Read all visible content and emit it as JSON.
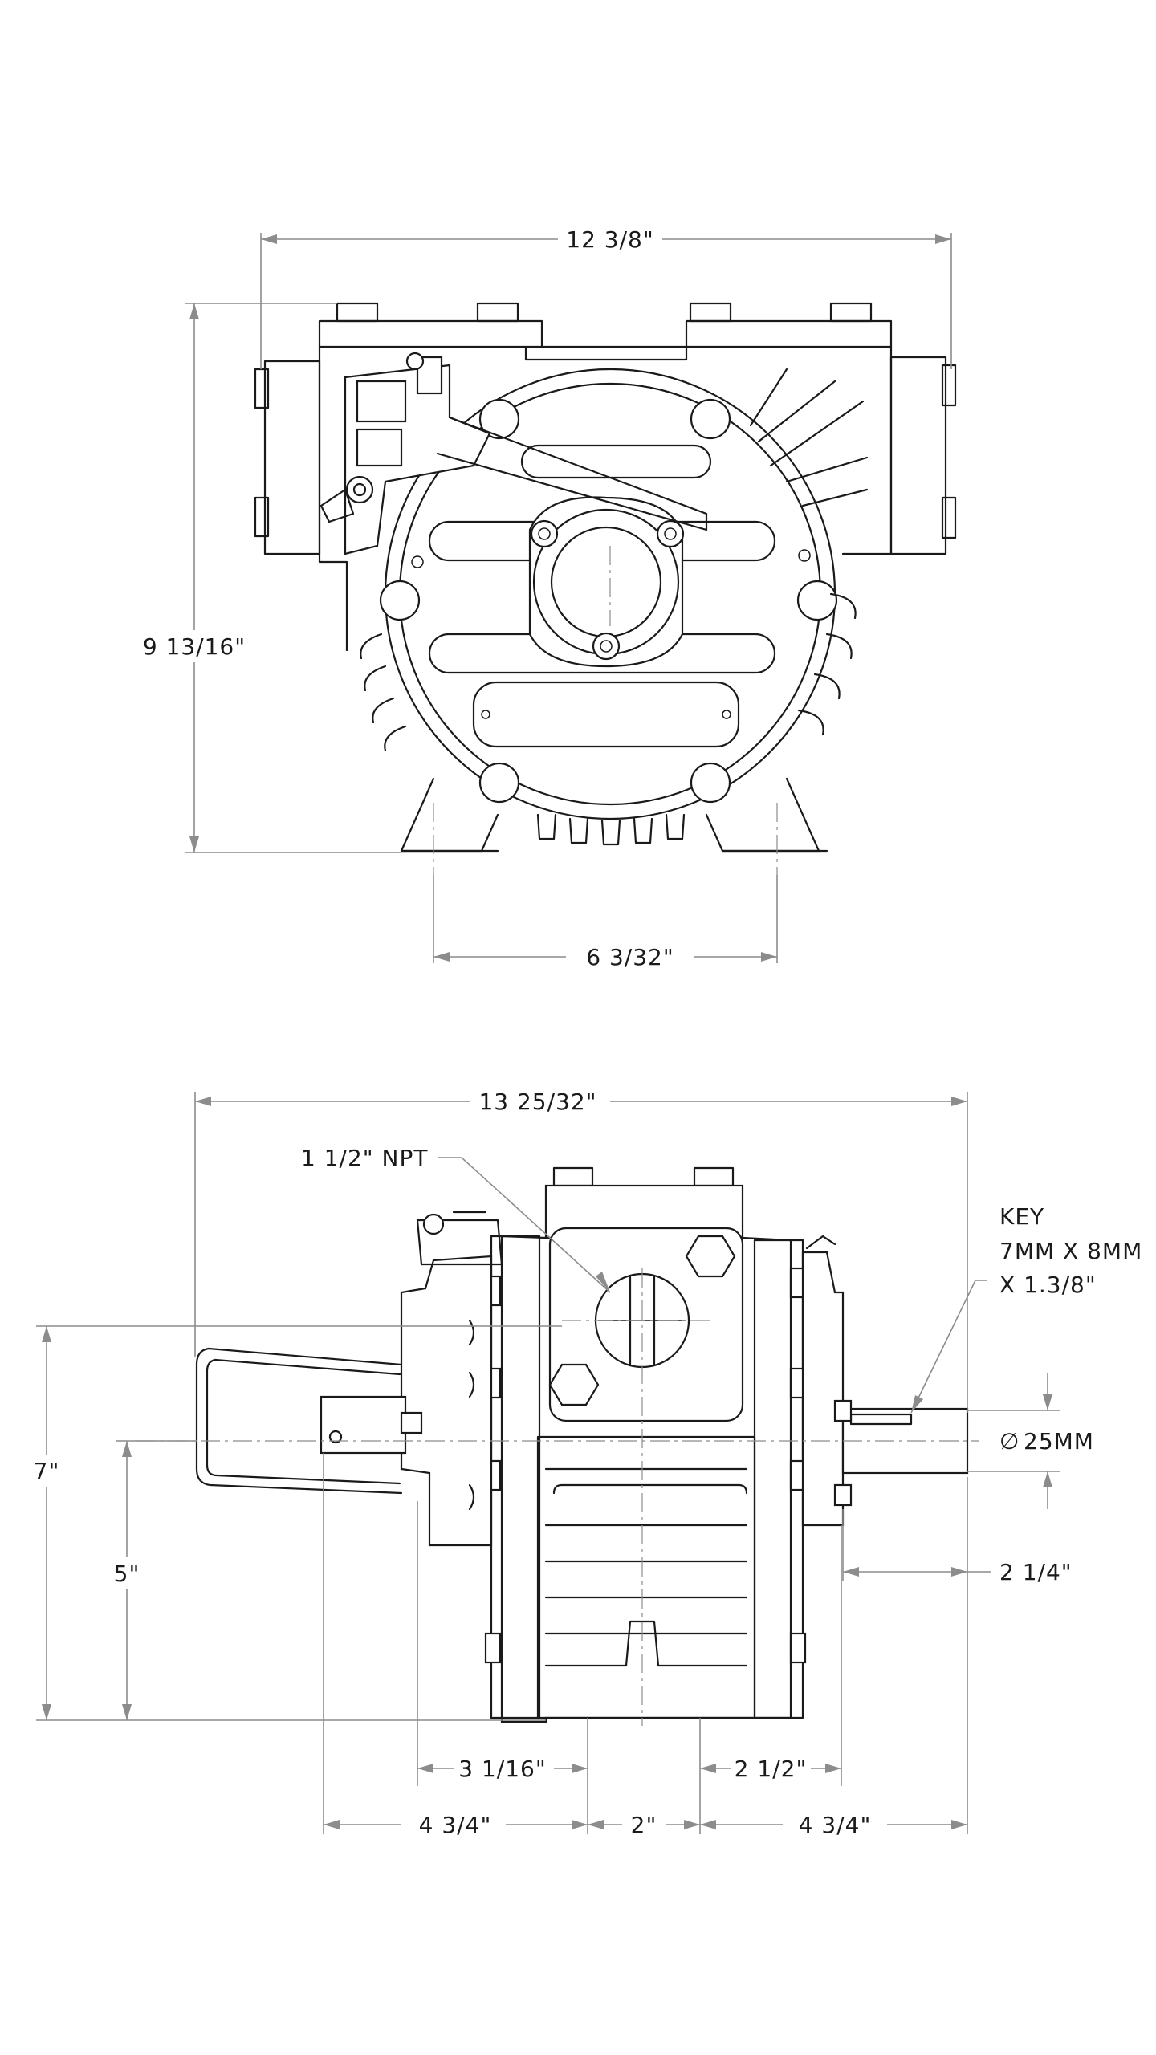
{
  "front_view": {
    "overall_width": "12 3/8\"",
    "overall_height": "9 13/16\"",
    "foot_spacing": "6 3/32\""
  },
  "side_view": {
    "overall_width": "13 25/32\"",
    "port_callout": "1 1/2\" NPT",
    "key_title": "KEY",
    "key_size": "7MM X 8MM",
    "key_length": "X 1.3/8\"",
    "shaft_diameter": "25MM",
    "diameter_symbol": "∅",
    "shaft_extension": "2 1/4\"",
    "port_height": "7\"",
    "shaft_height": "5\"",
    "bolt_spacing_left": "3 1/16\"",
    "bolt_spacing_right": "2 1/2\"",
    "base_left": "4 3/4\"",
    "base_center": "2\"",
    "base_right": "4 3/4\""
  }
}
